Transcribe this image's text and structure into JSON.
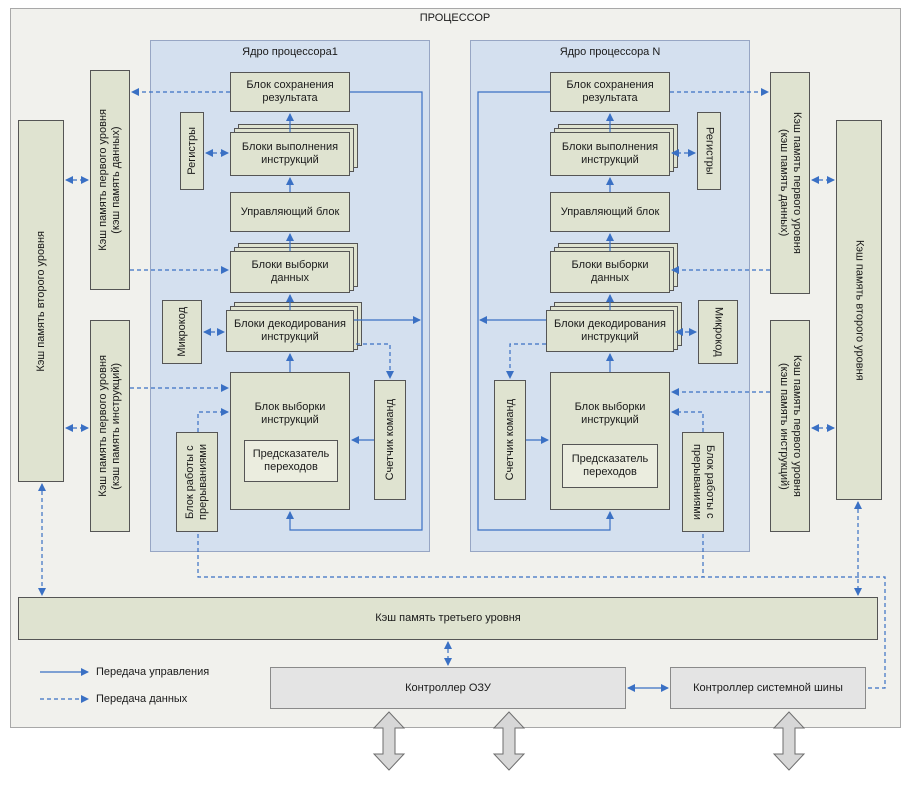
{
  "processor": {
    "title": "ПРОЦЕССОР"
  },
  "core1": {
    "title": "Ядро процессора1",
    "result_save": "Блок сохранения\nрезультата",
    "exec_units": "Блоки выполнения\nинструкций",
    "registers": "Регистры",
    "control_unit": "Управляющий блок",
    "data_fetch": "Блоки выборки\nданных",
    "microcode": "Микрокод",
    "decode_units": "Блоки декодирования\nинструкций",
    "instr_fetch": "Блок выборки\nинструкций",
    "branch_predictor": "Предсказатель\nпереходов",
    "program_counter": "Счетчик команд",
    "interrupt_unit": "Блок работы с\nпрерываниями"
  },
  "coreN": {
    "title": "Ядро процессора N",
    "result_save": "Блок сохранения\nрезультата",
    "exec_units": "Блоки выполнения\nинструкций",
    "registers": "Регистры",
    "control_unit": "Управляющий блок",
    "data_fetch": "Блоки выборки\nданных",
    "microcode": "Микрокод",
    "decode_units": "Блоки декодирования\nинструкций",
    "instr_fetch": "Блок выборки\nинструкций",
    "branch_predictor": "Предсказатель\nпереходов",
    "program_counter": "Счетчик команд",
    "interrupt_unit": "Блок работы с\nпрерываниями"
  },
  "caches": {
    "l2_left": "Кэш память второго уровня",
    "l2_right": "Кэш память второго уровня",
    "l1_data_left": "Кэш память первого уровня\n(кэш память данных)",
    "l1_instr_left": "Кэш память первого уровня\n(кэш память инструкций)",
    "l1_data_right": "Кэш память первого уровня\n(кэш память данных)",
    "l1_instr_right": "Кэш память первого уровня\n(кэш память инструкций)",
    "l3": "Кэш память третьего уровня"
  },
  "controllers": {
    "ram": "Контроллер ОЗУ",
    "system_bus": "Контроллер системной шины"
  },
  "legend": {
    "control": "Передача управления",
    "data": "Передача данных"
  },
  "colors": {
    "arrow": "#3a70c4",
    "core_bg": "#d4e0ef",
    "block_bg": "#dfe3d0"
  }
}
